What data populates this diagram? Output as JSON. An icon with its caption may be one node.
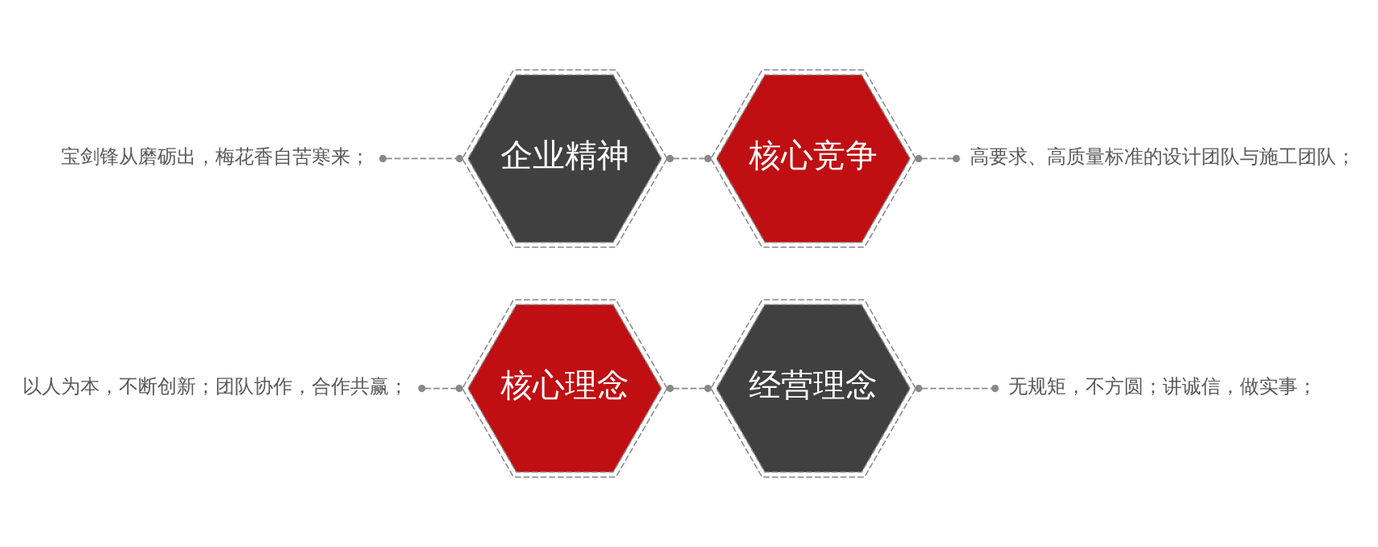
{
  "diagram": {
    "nodes": [
      {
        "text": [
          "以人为本，不断创新；团队协作，合作共赢；"
        ]
      },
      {
        "text": [
          "核心理念"
        ]
      },
      {
        "text": [
          "经营理念"
        ]
      },
      {
        "text": [
          "无规矩，不方圆；讲诚信，做实事；"
        ]
      },
      {
        "text": [
          "企业精神"
        ]
      },
      {
        "text": [
          "核心竞争"
        ]
      },
      {
        "text": [
          "宝剑锋从磨砺出，梅花香自苦寒来；"
        ]
      },
      {
        "text": [
          "高要求、高质量标准的设计团队与施工团队；"
        ]
      }
    ],
    "edges": [
      {
        "from": 0,
        "to": 1,
        "arrow": "other",
        "style": "dashed"
      },
      {
        "from": 1,
        "to": 2,
        "arrow": "other",
        "style": "dashed"
      },
      {
        "from": 2,
        "to": 3,
        "arrow": "other",
        "style": "dashed"
      },
      {
        "from": 6,
        "to": 4,
        "arrow": "other",
        "style": "dashed"
      },
      {
        "from": 4,
        "to": 5,
        "arrow": "other",
        "style": "dashed"
      },
      {
        "from": 5,
        "to": 7,
        "arrow": "other",
        "style": "dashed"
      }
    ]
  }
}
